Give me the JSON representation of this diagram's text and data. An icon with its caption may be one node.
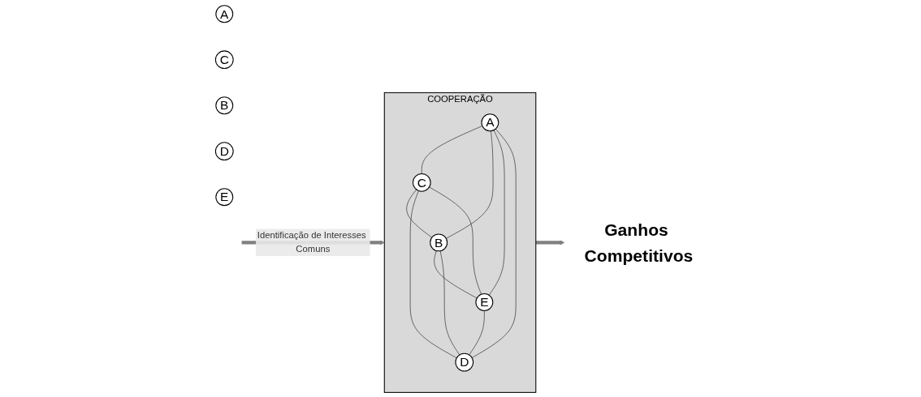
{
  "diagram": {
    "nodes": [
      {
        "text": [
          "A"
        ]
      },
      {
        "text": [
          "C"
        ]
      },
      {
        "text": [
          "B"
        ]
      },
      {
        "text": [
          "D"
        ]
      },
      {
        "text": [
          "E"
        ]
      },
      {
        "text": [
          "COOPERAÇÃO"
        ]
      },
      {
        "text": [
          "A"
        ],
        "in": 5
      },
      {
        "text": [
          "C"
        ],
        "in": 5
      },
      {
        "text": [
          "B"
        ],
        "in": 5
      },
      {
        "text": [
          "D"
        ],
        "in": 5
      },
      {
        "text": [
          "E"
        ],
        "in": 5
      },
      {
        "text": [
          "Ganhos Competitivos"
        ]
      }
    ],
    "edges": [
      {
        "from": null,
        "to": 5,
        "arrow": "to",
        "label": "Identificação de Interesses Comuns",
        "style": "thick",
        "color": "#808080"
      },
      {
        "from": 6,
        "to": 7,
        "arrow": "none"
      },
      {
        "from": 6,
        "to": 8,
        "arrow": "none"
      },
      {
        "from": 6,
        "to": 10,
        "arrow": "none"
      },
      {
        "from": 6,
        "to": 9,
        "arrow": "none"
      },
      {
        "from": 7,
        "to": 8,
        "arrow": "none"
      },
      {
        "from": 7,
        "to": 9,
        "arrow": "none"
      },
      {
        "from": 7,
        "to": 10,
        "arrow": "none"
      },
      {
        "from": 8,
        "to": 10,
        "arrow": "none"
      },
      {
        "from": 8,
        "to": 9,
        "arrow": "none"
      },
      {
        "from": 10,
        "to": 9,
        "arrow": "none"
      },
      {
        "from": 5,
        "to": 11,
        "arrow": "to",
        "style": "thick",
        "color": "#808080"
      }
    ]
  }
}
